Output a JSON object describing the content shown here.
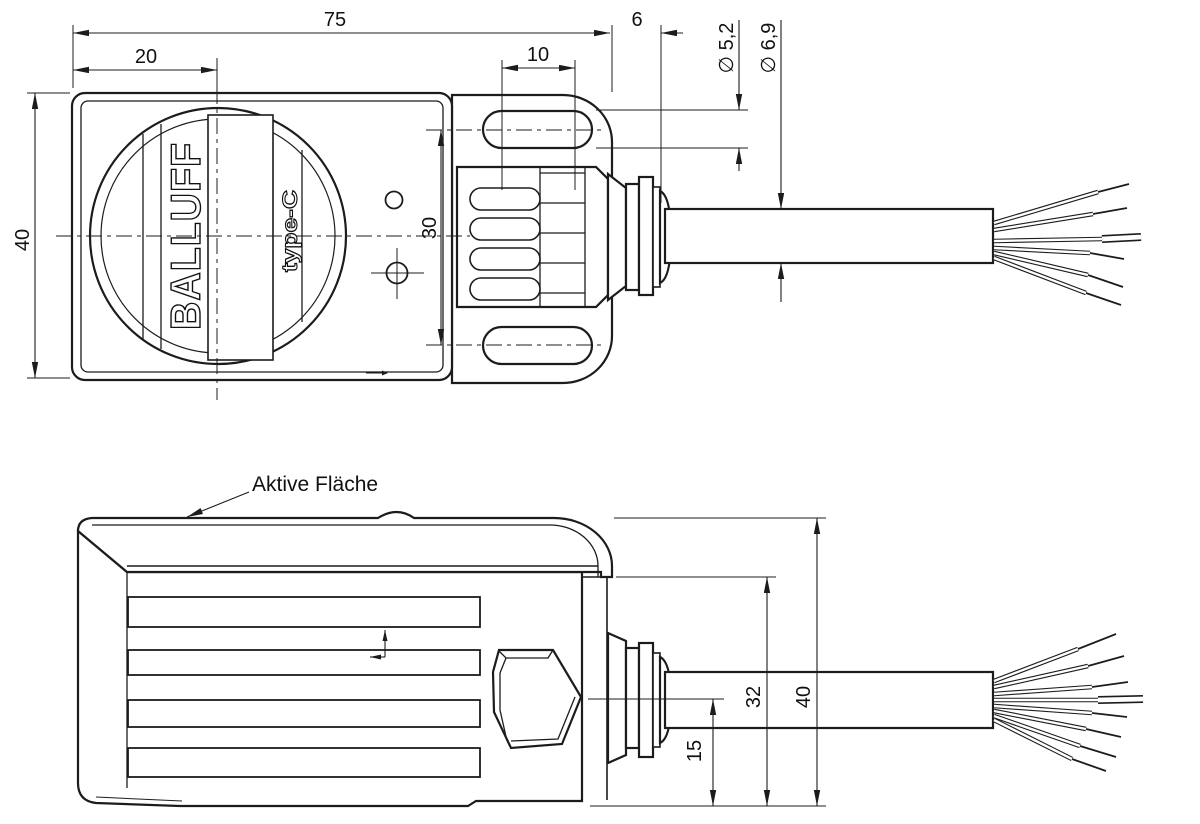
{
  "drawing": {
    "front_view": {
      "brand": "BALLUFF",
      "type_label": "type-C",
      "dims": {
        "total_width": "75",
        "center_offset": "20",
        "flange_gap": "6",
        "slot_length": "10",
        "slot_width_dia": "∅ 5,2",
        "cable_dia": "∅ 6,9",
        "height": "40",
        "slot_spacing": "30"
      }
    },
    "side_view": {
      "active_face_label": "Aktive Fläche",
      "dims": {
        "cable_center_height": "15",
        "body_height": "32",
        "total_height": "40"
      }
    }
  }
}
